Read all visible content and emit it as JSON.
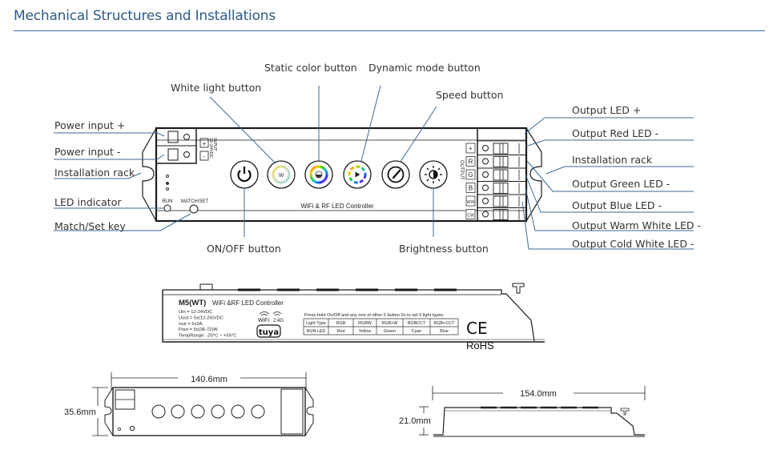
{
  "page_title": "Mechanical Structures and Installations",
  "callouts_left": [
    "Power input +",
    "Power input -",
    "Installation rack",
    "LED indicator",
    "Match/Set key"
  ],
  "callouts_top": {
    "white": "White light button",
    "static": "Static color button",
    "dynamic": "Dynamic mode button",
    "speed": "Speed button"
  },
  "callouts_bottom": {
    "onoff": "ON/OFF button",
    "brightness": "Brightness button"
  },
  "callouts_right": [
    "Output LED +",
    "Output Red LED -",
    "Installation rack",
    "Output Green LED -",
    "Output Blue LED -",
    "Output Warm White LED -",
    "Output Cold White LED -"
  ],
  "device_top": {
    "input_label_1": "INPUT",
    "input_label_2": "12-24VDC",
    "input_plus": "+",
    "input_minus": "-",
    "run_label": "RUN",
    "match_label": "MATCH/SET",
    "white_btn_glyph": "W",
    "product_caption": "WiFi & RF LED Controller",
    "output_label": "OUTPUT",
    "output_terminals": [
      "+",
      "R",
      "G",
      "B",
      "WW",
      "CW"
    ]
  },
  "device_side": {
    "model": "M5(WT)",
    "model_desc": "WiFi &RF LED Controller",
    "specs": [
      "Uin  = 12-24VDC",
      "Uout = 5x(12-24)VDC",
      "Iout  = 5x3A",
      "Pout = 5x(36-72)W",
      "TempRange: -20°C ~ +55°C"
    ],
    "wifi_label": "WiFi",
    "ghz_label": "2.4G",
    "brand": "tuya",
    "instruction": "Press hold On/Off and any one of other 5 button 2s to set 5 light types:",
    "table": {
      "header_row": [
        "Light Type",
        "RGB",
        "RGBW",
        "RGB+W",
        "RGBCCT",
        "RGB+CCT"
      ],
      "run_row": [
        "RUN LED",
        "Red",
        "Yellow",
        "Green",
        "Cyan",
        "Blue"
      ]
    },
    "ce_mark": "CE",
    "rohs": "RoHS"
  },
  "dimensions": {
    "top_width": "140.6mm",
    "top_height": "35.6mm",
    "side_length": "154.0mm",
    "side_height": "21.0mm"
  },
  "colors": {
    "title": "#2d5a85",
    "leader_line": "#3b6a96",
    "outline": "#1a1a1a"
  }
}
